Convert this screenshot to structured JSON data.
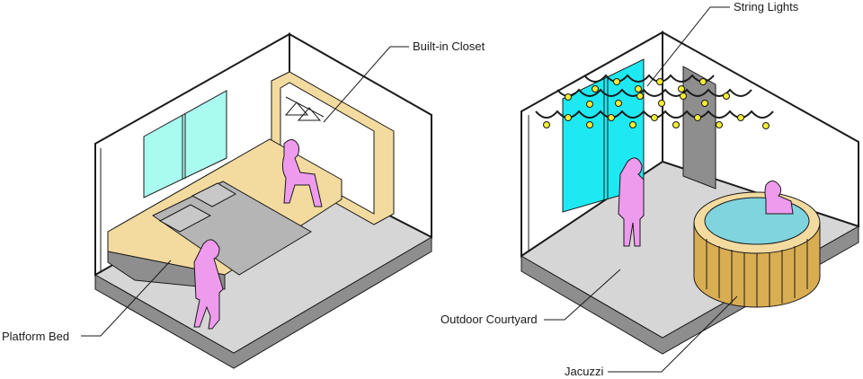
{
  "labels": {
    "built_in_closet": "Built-in Closet",
    "platform_bed": "Platform Bed",
    "string_lights": "String Lights",
    "outdoor_courtyard": "Outdoor Courtyard",
    "jacuzzi": "Jacuzzi"
  },
  "colors": {
    "wood": "#f3dba0",
    "window": "#a9fbf0",
    "person": "#ee9bee",
    "floor": "#d6d6d6",
    "bed": "#b5b5b5",
    "water": "#7fd4dd",
    "glass_door": "#1ee9f2",
    "bulb": "#f4ee33",
    "tub": "#d9ad52"
  }
}
